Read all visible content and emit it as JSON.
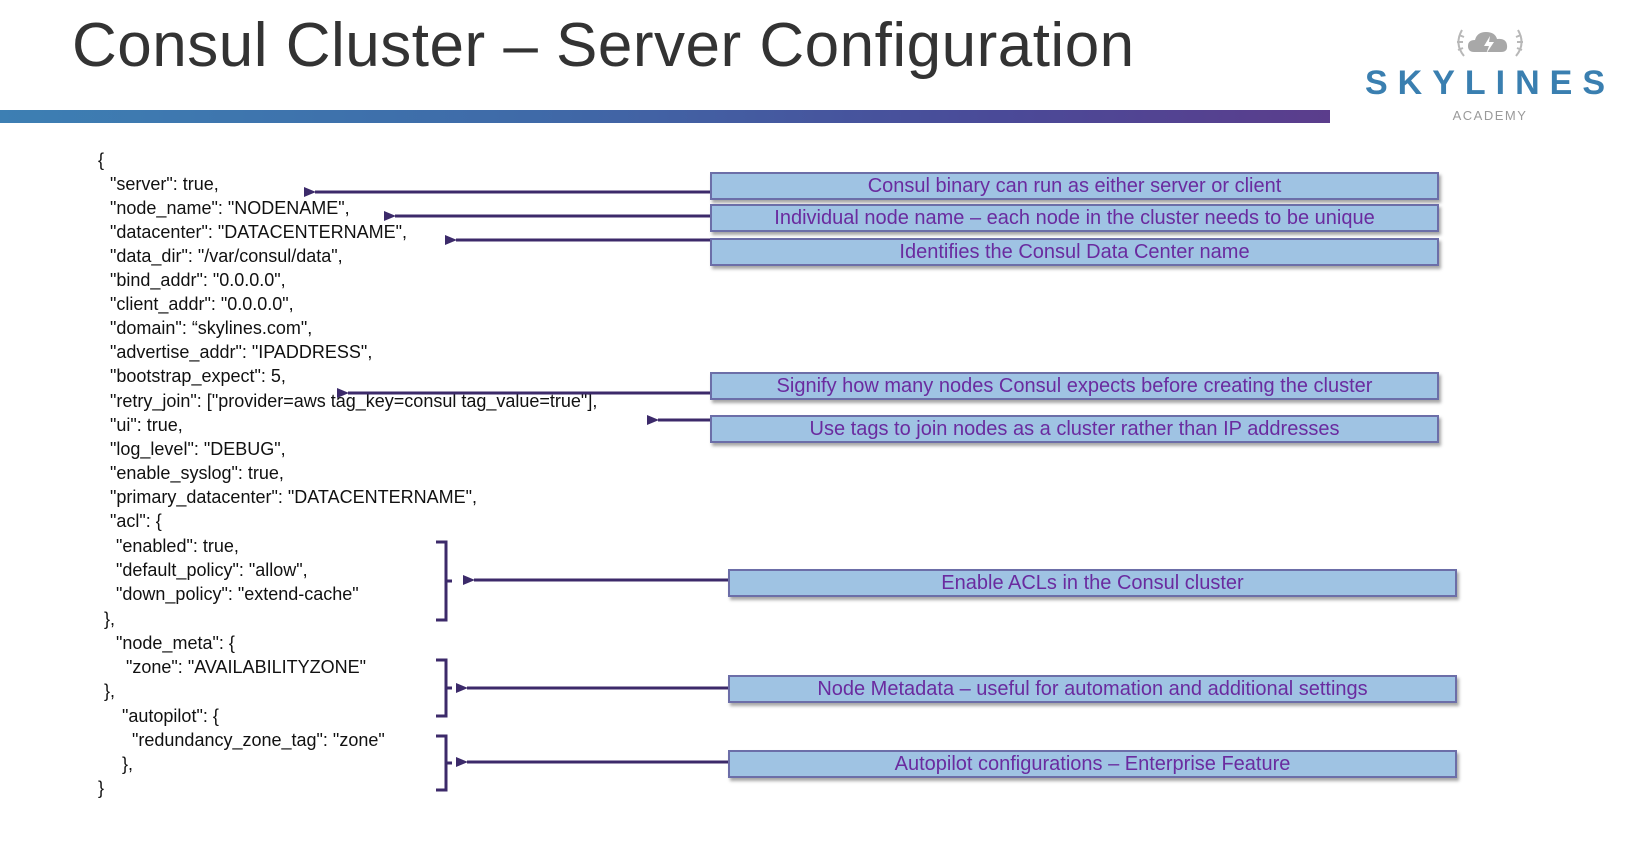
{
  "slide": {
    "title": "Consul Cluster – Server Configuration"
  },
  "logo": {
    "name": "SKYLINES",
    "subtitle": "ACADEMY"
  },
  "code_lines": [
    "{",
    "\"server\": true,",
    "\"node_name\": \"NODENAME\",",
    "\"datacenter\": \"DATACENTERNAME\",",
    "\"data_dir\": \"/var/consul/data\",",
    "\"bind_addr\": \"0.0.0.0\",",
    "\"client_addr\": \"0.0.0.0\",",
    "\"domain\": “skylines.com\",",
    "\"advertise_addr\": \"IPADDRESS\",",
    "\"bootstrap_expect\": 5,",
    "\"retry_join\": [\"provider=aws tag_key=consul tag_value=true\"],",
    "\"ui\": true,",
    "\"log_level\": \"DEBUG\",",
    "\"enable_syslog\": true,",
    "\"primary_datacenter\": \"DATACENTERNAME\",",
    "\"acl\": {",
    "\"enabled\": true,",
    "\"default_policy\": \"allow\",",
    "\"down_policy\": \"extend-cache\"",
    "},",
    "\"node_meta\": {",
    "\"zone\": \"AVAILABILITYZONE\"",
    "},",
    "\"autopilot\": {",
    "\"redundancy_zone_tag\": \"zone\"",
    "},",
    "}"
  ],
  "callouts": [
    "Consul binary can run as either server or client",
    "Individual node name – each node in the cluster needs to be unique",
    "Identifies the Consul Data Center name",
    "Signify how many nodes Consul expects before creating the cluster",
    "Use tags to join nodes as a cluster rather than IP addresses",
    "Enable ACLs in the Consul cluster",
    "Node Metadata – useful for automation and additional settings",
    "Autopilot configurations – Enterprise Feature"
  ],
  "colors": {
    "callout_fill": "#9fc3e3",
    "callout_text": "#6a2b9f",
    "arrow": "#3c2a6a",
    "brand": "#3a7fb0"
  }
}
